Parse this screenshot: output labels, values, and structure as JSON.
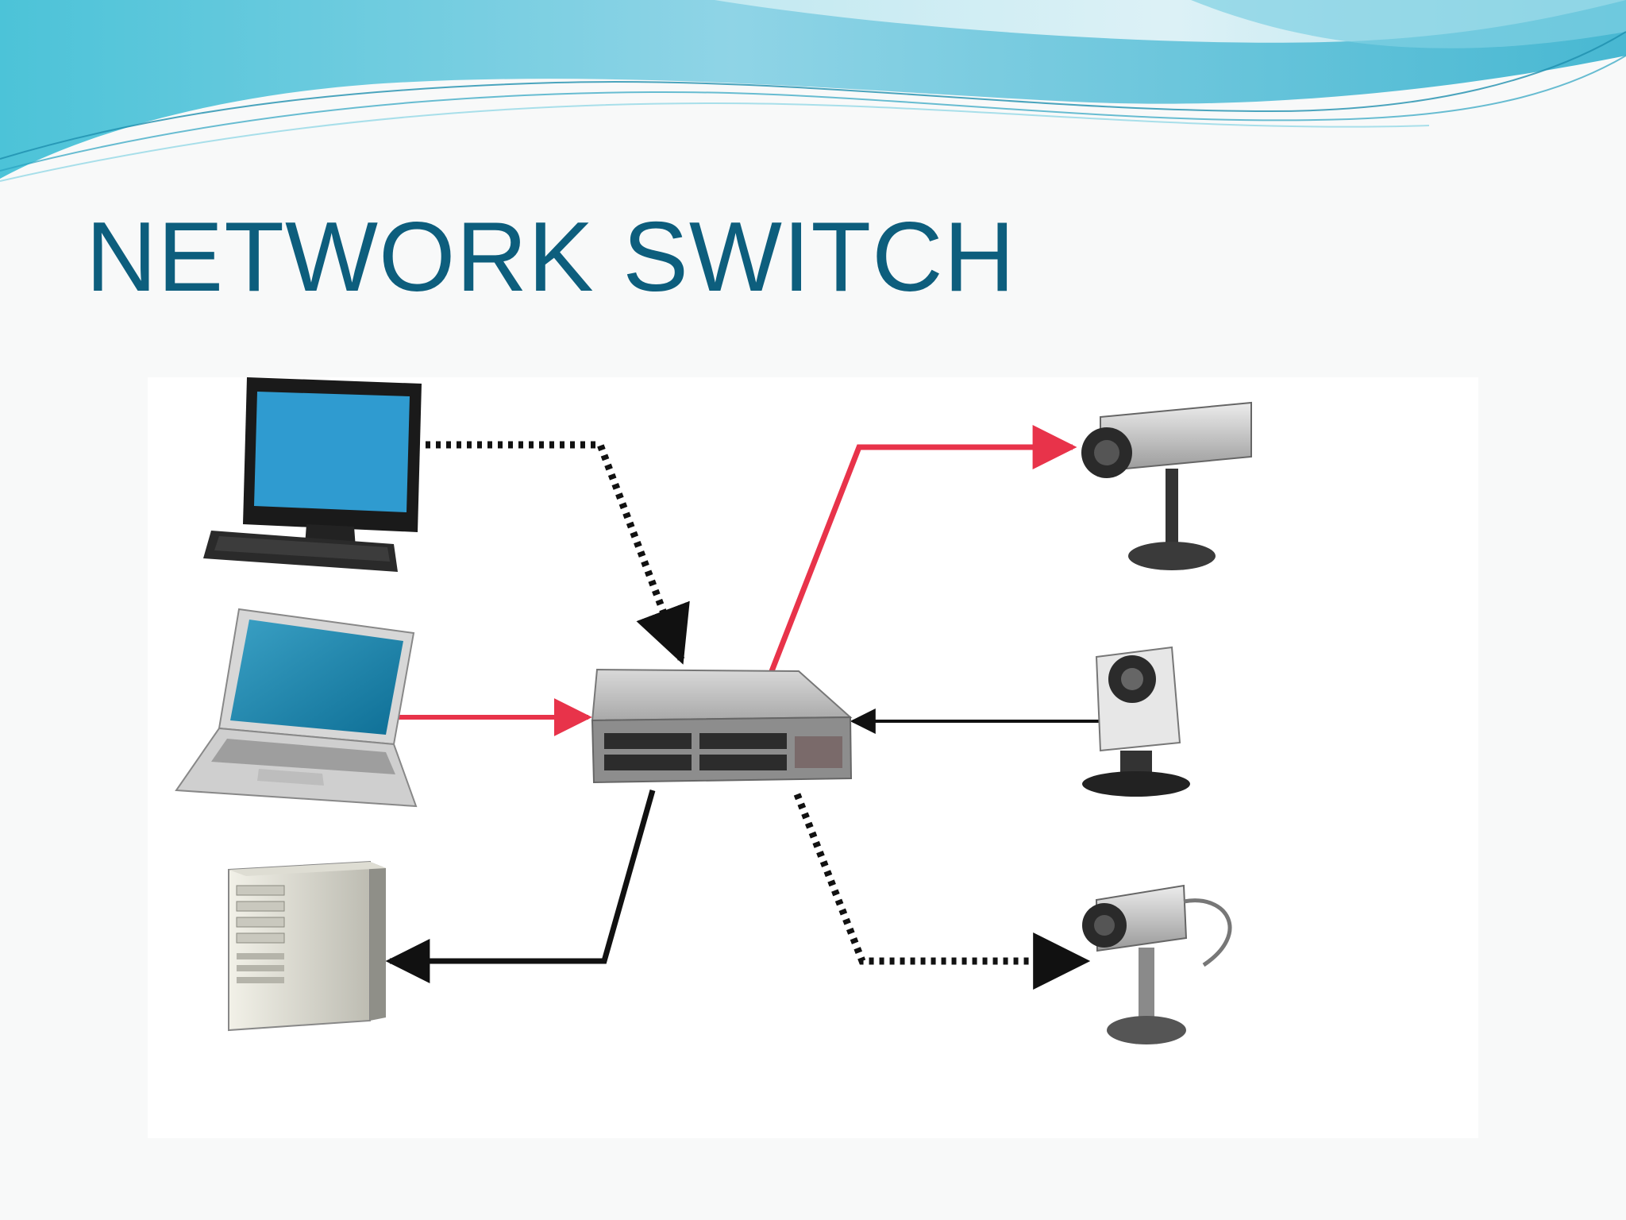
{
  "slide": {
    "title": "NETWORK SWITCH"
  },
  "diagram": {
    "center_node": "network-switch",
    "left_devices": [
      "desktop-computer",
      "laptop",
      "tower-server"
    ],
    "right_devices": [
      "ip-camera-top",
      "ip-camera-middle",
      "ip-camera-bottom"
    ],
    "connections": [
      {
        "from": "desktop-computer",
        "to": "network-switch",
        "style": "dotted",
        "color": "#111111"
      },
      {
        "from": "laptop",
        "to": "network-switch",
        "style": "solid",
        "color": "#e8334a"
      },
      {
        "from": "network-switch",
        "to": "tower-server",
        "style": "solid",
        "color": "#111111"
      },
      {
        "from": "network-switch",
        "to": "ip-camera-top",
        "style": "solid",
        "color": "#e8334a"
      },
      {
        "from": "ip-camera-middle",
        "to": "network-switch",
        "style": "solid",
        "color": "#111111"
      },
      {
        "from": "network-switch",
        "to": "ip-camera-bottom",
        "style": "dotted",
        "color": "#111111"
      }
    ]
  },
  "colors": {
    "title": "#0d5e7d",
    "wave_light": "#b9e6ef",
    "wave_mid": "#6cc8dc",
    "wave_dark": "#2aa3c0",
    "red_link": "#e8334a",
    "black_link": "#111111"
  }
}
